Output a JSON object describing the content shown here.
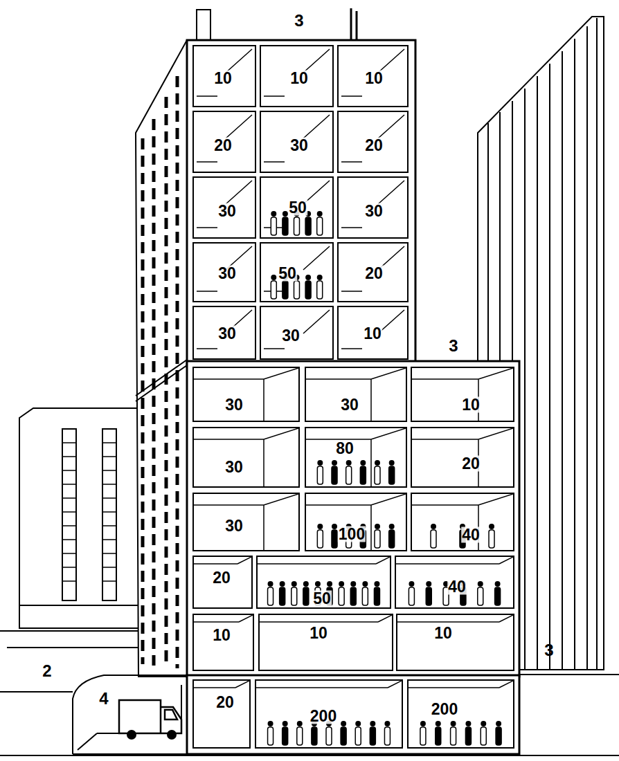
{
  "diagram": {
    "nodes": [
      {
        "text": [
          "10"
        ]
      },
      {
        "text": [
          "10"
        ]
      },
      {
        "text": [
          "10"
        ]
      },
      {
        "text": [
          "20"
        ]
      },
      {
        "text": [
          "30"
        ]
      },
      {
        "text": [
          "20"
        ]
      },
      {
        "text": [
          "30"
        ]
      },
      {
        "text": [
          "50"
        ]
      },
      {
        "text": [
          "30"
        ]
      },
      {
        "text": [
          "30"
        ]
      },
      {
        "text": [
          "50"
        ]
      },
      {
        "text": [
          "20"
        ]
      },
      {
        "text": [
          "30"
        ]
      },
      {
        "text": [
          "30"
        ]
      },
      {
        "text": [
          "10"
        ]
      },
      {
        "text": [
          "30"
        ]
      },
      {
        "text": [
          "30"
        ]
      },
      {
        "text": [
          "10"
        ]
      },
      {
        "text": [
          "30"
        ]
      },
      {
        "text": [
          "80"
        ]
      },
      {
        "text": [
          "20"
        ]
      },
      {
        "text": [
          "30"
        ]
      },
      {
        "text": [
          "100"
        ]
      },
      {
        "text": [
          "40"
        ]
      },
      {
        "text": [
          "20"
        ]
      },
      {
        "text": [
          "50"
        ]
      },
      {
        "text": [
          "40"
        ]
      },
      {
        "text": [
          "10"
        ]
      },
      {
        "text": [
          "10"
        ]
      },
      {
        "text": [
          "10"
        ]
      },
      {
        "text": [
          "20"
        ]
      },
      {
        "text": [
          "200"
        ]
      },
      {
        "text": [
          "200"
        ]
      }
    ],
    "labels": [
      "3",
      "3",
      "3",
      "2",
      "4"
    ]
  }
}
